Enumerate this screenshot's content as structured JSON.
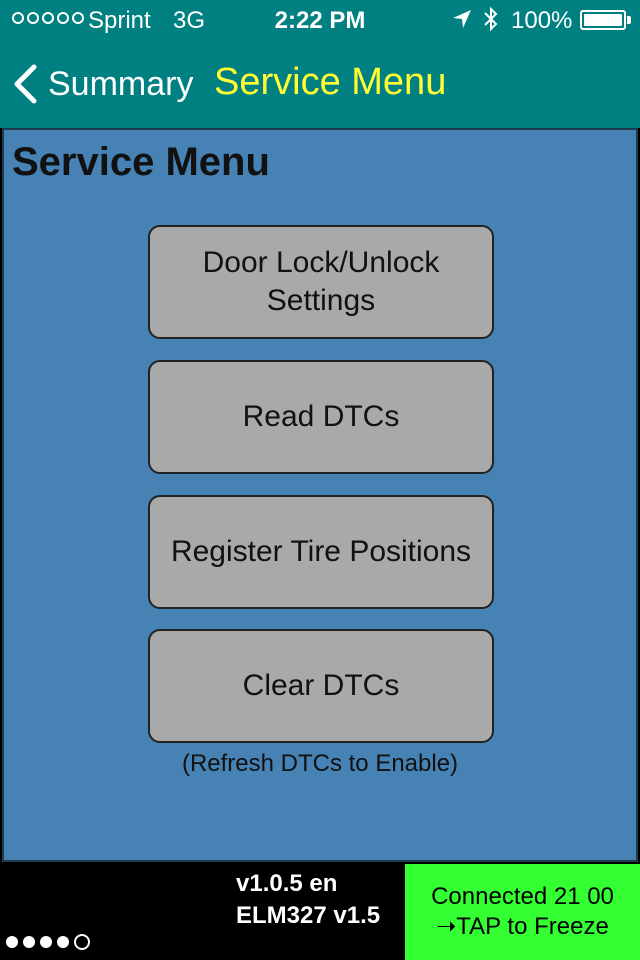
{
  "status_bar": {
    "carrier": "Sprint",
    "network": "3G",
    "time": "2:22 PM",
    "battery_percent": "100%",
    "signal_bars_filled": 0,
    "signal_bars_total": 5,
    "icons": [
      "location-arrow-icon",
      "bluetooth-icon",
      "battery-icon"
    ]
  },
  "nav": {
    "back_label": "Summary",
    "title": "Service Menu"
  },
  "main": {
    "heading": "Service Menu",
    "buttons": [
      {
        "line1": "Door Lock/Unlock",
        "line2": "Settings"
      },
      {
        "label": "Read DTCs"
      },
      {
        "label": "Register Tire Positions"
      },
      {
        "label": "Clear DTCs"
      }
    ],
    "hint": "(Refresh DTCs to Enable)"
  },
  "footer": {
    "version": "v1.0.5 en",
    "adapter": "ELM327 v1.5",
    "connection_status": "Connected 21 00",
    "connection_action": "➝TAP to Freeze",
    "page_count": 5,
    "current_page": 5
  },
  "colors": {
    "header_bg": "#008080",
    "nav_title": "#ffff33",
    "panel_bg": "#4682b4",
    "button_bg": "#a9a9a9",
    "connection_bg": "#33ff33"
  }
}
